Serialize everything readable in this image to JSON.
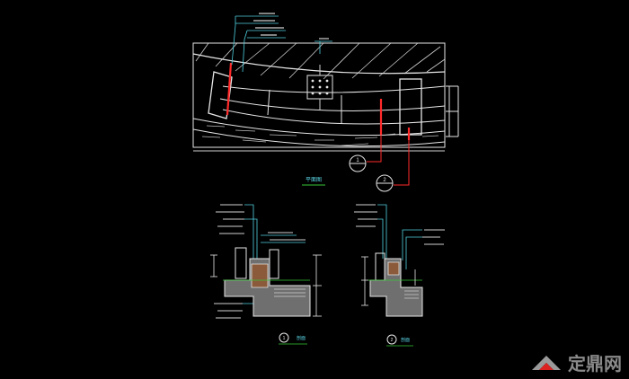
{
  "plan": {
    "caption": "平面图",
    "callouts": [
      "1",
      "2"
    ],
    "labels": {
      "tag_1": "",
      "tag_2": "",
      "tag_3": "",
      "tag_top": ""
    }
  },
  "section_1": {
    "callout": "1",
    "caption": "剖面"
  },
  "section_2": {
    "callout": "2",
    "caption": "剖面"
  },
  "watermark": {
    "text": "定鼎网"
  },
  "colors": {
    "background": "#000000",
    "line_white": "#e6e6e6",
    "line_cyan": "#4fd1e0",
    "line_red": "#ff2a2a",
    "line_green": "#37c837",
    "fill_gray": "#6f6f6f",
    "fill_brown": "#8a5a3a"
  }
}
